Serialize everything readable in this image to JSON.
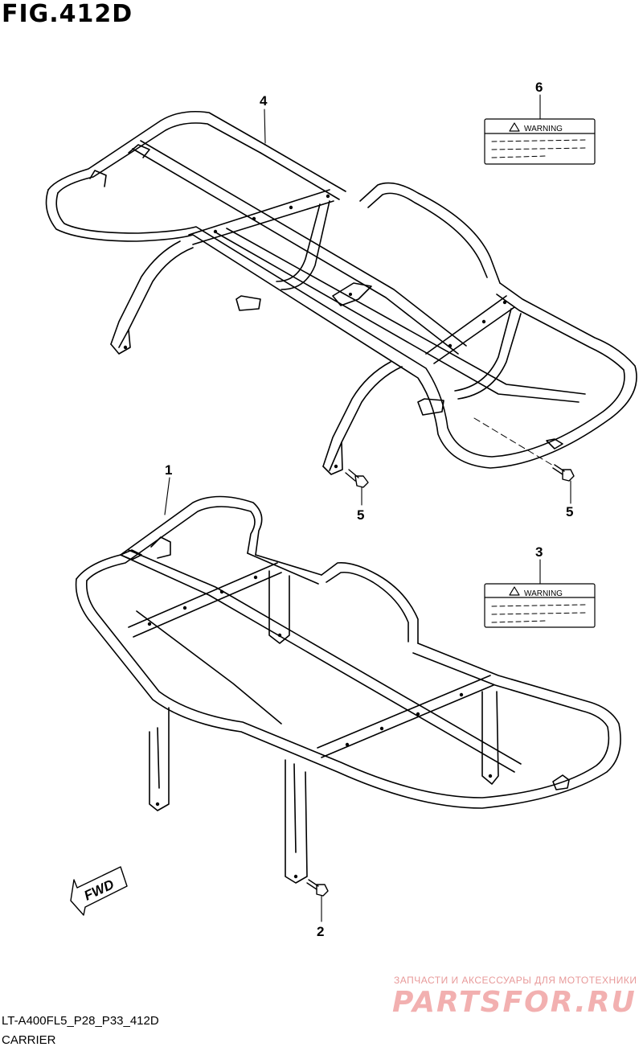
{
  "figure": {
    "title": "FIG.412D"
  },
  "callouts": [
    {
      "id": "4",
      "label": "4"
    },
    {
      "id": "6",
      "label": "6"
    },
    {
      "id": "5a",
      "label": "5"
    },
    {
      "id": "5b",
      "label": "5"
    },
    {
      "id": "1",
      "label": "1"
    },
    {
      "id": "3",
      "label": "3"
    },
    {
      "id": "2",
      "label": "2"
    }
  ],
  "labels": {
    "warning": "WARNING",
    "fwd": "FWD"
  },
  "watermark": {
    "line": "ЗАПЧАСТИ И АКСЕССУАРЫ ДЛЯ МОТОТЕХНИКИ",
    "logo": "PARTSFOR.RU",
    "color": "#f2b0b0"
  },
  "footer": {
    "code": "LT-A400FL5_P28_P33_412D",
    "name": "CARRIER"
  }
}
